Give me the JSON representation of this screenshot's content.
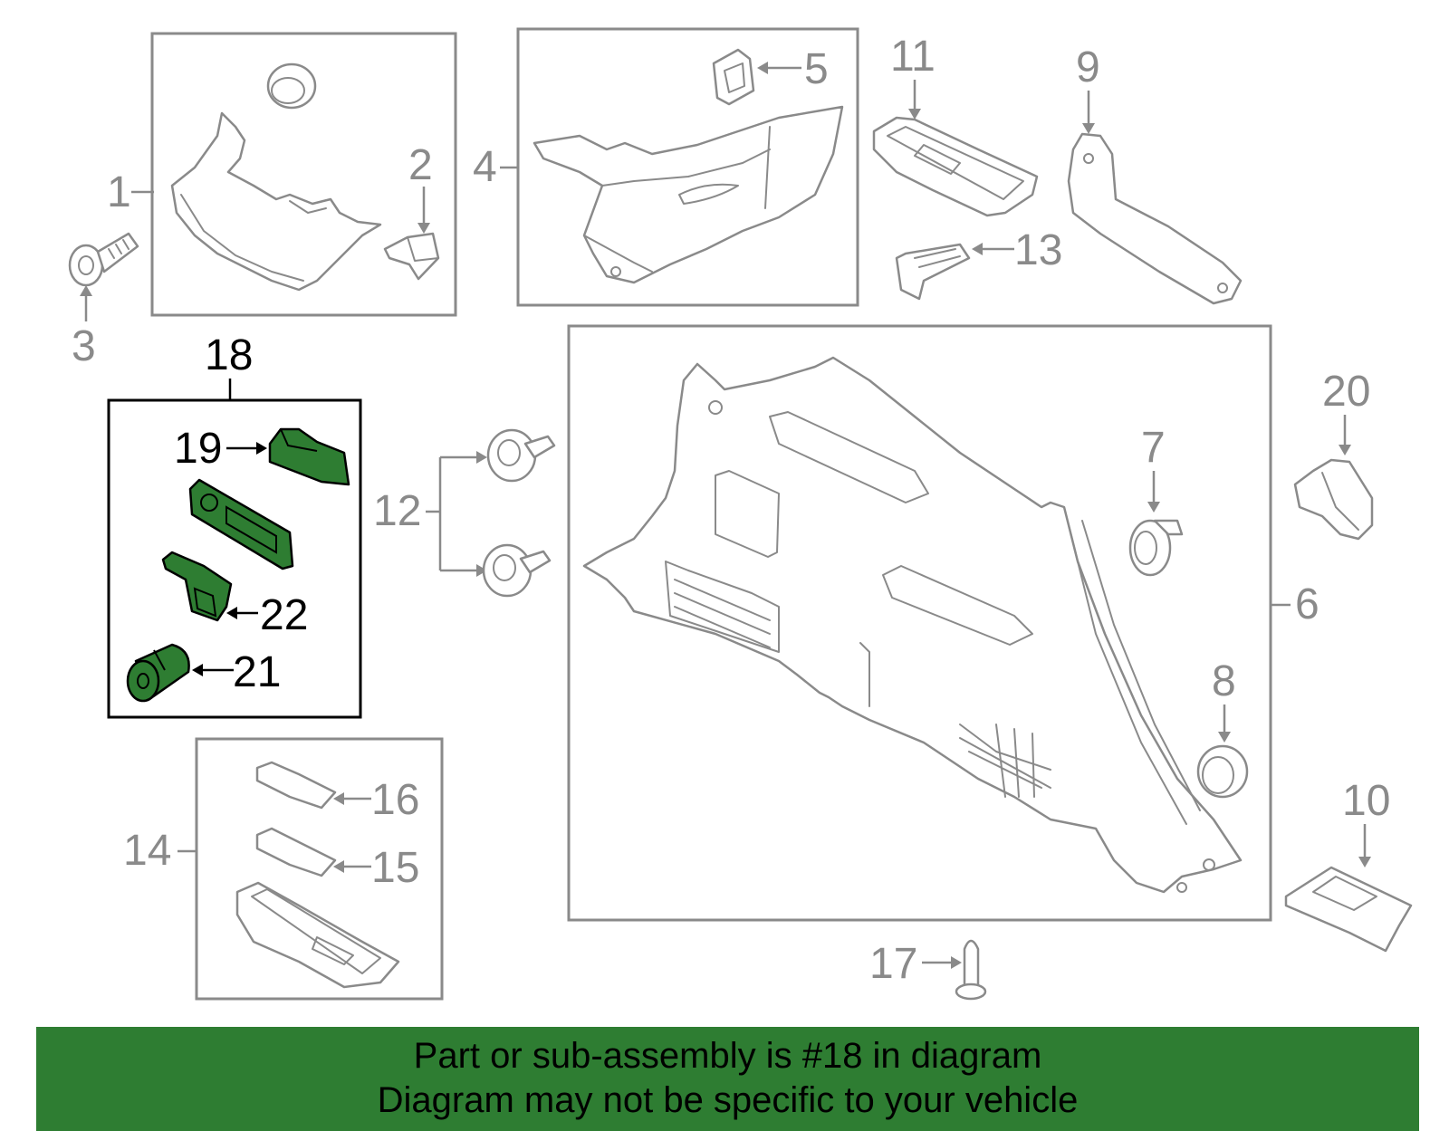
{
  "callouts": {
    "c1": "1",
    "c2": "2",
    "c3": "3",
    "c4": "4",
    "c5": "5",
    "c6": "6",
    "c7": "7",
    "c8": "8",
    "c9": "9",
    "c10": "10",
    "c11": "11",
    "c12": "12",
    "c13": "13",
    "c14": "14",
    "c15": "15",
    "c16": "16",
    "c17": "17",
    "c18": "18",
    "c19": "19",
    "c20": "20",
    "c21": "21",
    "c22": "22"
  },
  "banner": {
    "line1": "Part or sub-assembly is #18 in diagram",
    "line2": "Diagram may not be specific to your vehicle"
  },
  "colors": {
    "highlight": "#2e7d32",
    "line_gray": "#8a8a8a",
    "highlight_outline": "#000000"
  }
}
